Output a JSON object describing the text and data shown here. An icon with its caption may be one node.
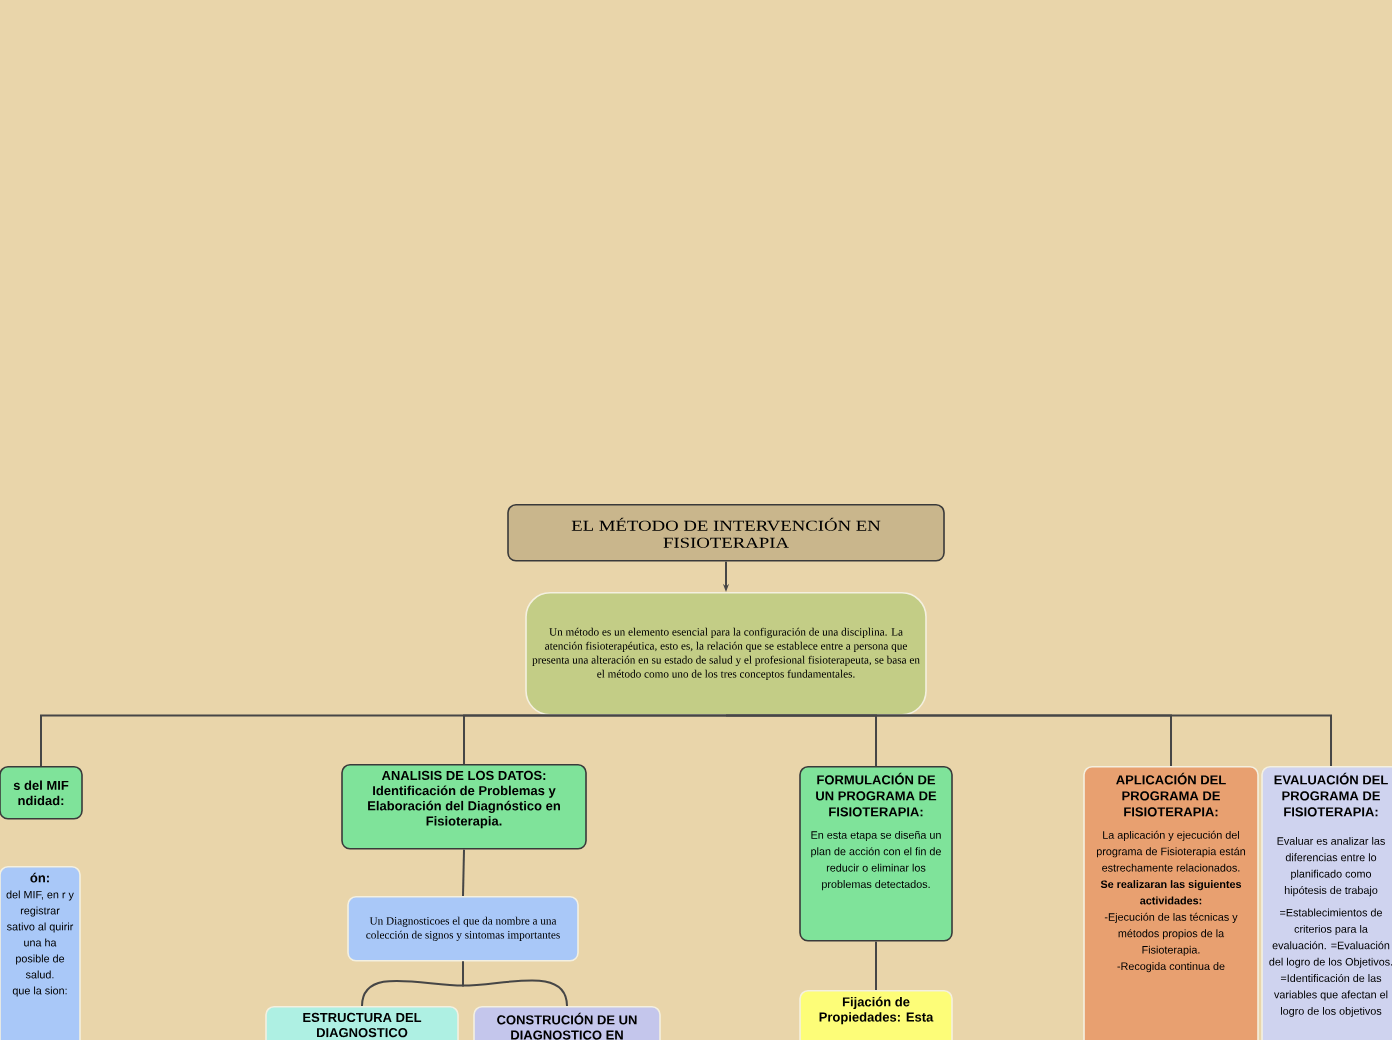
{
  "diagram": {
    "nodes": [
      {
        "text": [
          "EL MÉTODO DE INTERVENCIÓN EN FISIOTERAPIA"
        ]
      },
      {
        "text": [
          "Un método es un elemento esencial para la configuración de una disciplina. La atención fisioterapéutica, esto es, la relación que se establece entre a persona que presenta una alteración en su estado de salud y el profesional fisioterapeuta, se basa en el método como uno de los tres conceptos fundamentales."
        ]
      },
      {
        "text": [
          "s del MIF ndidad:"
        ]
      },
      {
        "text": [
          "ón:",
          "del MIF, en r y registrar sativo al quirir una ha posible de salud.",
          "que la sion:"
        ]
      },
      {
        "text": [
          "ANALISIS DE LOS DATOS: Identificación de Problemas y Elaboración del Diagnóstico en Fisioterapia."
        ]
      },
      {
        "text": [
          "Un Diagnosticoes el que da nombre a una colección de signos y sintomas importantes"
        ]
      },
      {
        "text": [
          "ESTRUCTURA DEL DIAGNOSTICO"
        ]
      },
      {
        "text": [
          "CONSTRUCIÓN DE UN DIAGNOSTICO EN"
        ]
      },
      {
        "text": [
          "FORMULACIÓN DE UN PROGRAMA DE FISIOTERAPIA:",
          "En esta etapa se diseña un plan de acción con el fin de reducir o eliminar los problemas detectados."
        ]
      },
      {
        "text": [
          "**Fijación de Propiedades:** Esta"
        ]
      },
      {
        "text": [
          "APLICACIÓN DEL PROGRAMA DE FISIOTERAPIA:",
          "La aplicación y ejecución del programa de Fisioterapia están estrechamente relacionados.",
          "Se realizaran las siguientes actividades:",
          "-Ejecución de las técnicas y métodos propios de la Fisioterapia.",
          "-Recogida continua de"
        ]
      },
      {
        "text": [
          "EVALUACIÓN DEL PROGRAMA DE FISIOTERAPIA:",
          "Evaluar es analizar las diferencias entre lo planificado como hipótesis de trabajo",
          "=Establecimientos de criterios para la evaluación. =Evaluación del logro de los Objetivos. =Identificación de las variables que afectan el logro de los objetivos"
        ]
      }
    ],
    "edges": [
      {
        "from": 0,
        "to": 1,
        "arrow": "to"
      },
      {
        "from": 1,
        "to": 2,
        "arrow": "none"
      },
      {
        "from": 1,
        "to": 4,
        "arrow": "none"
      },
      {
        "from": 1,
        "to": 8,
        "arrow": "none"
      },
      {
        "from": 1,
        "to": 10,
        "arrow": "none"
      },
      {
        "from": 1,
        "to": 11,
        "arrow": "none"
      },
      {
        "from": 4,
        "to": 5,
        "arrow": "none"
      },
      {
        "from": 5,
        "to": 6,
        "arrow": "none"
      },
      {
        "from": 5,
        "to": 7,
        "arrow": "none"
      },
      {
        "from": 8,
        "to": 9,
        "arrow": "none"
      }
    ]
  }
}
